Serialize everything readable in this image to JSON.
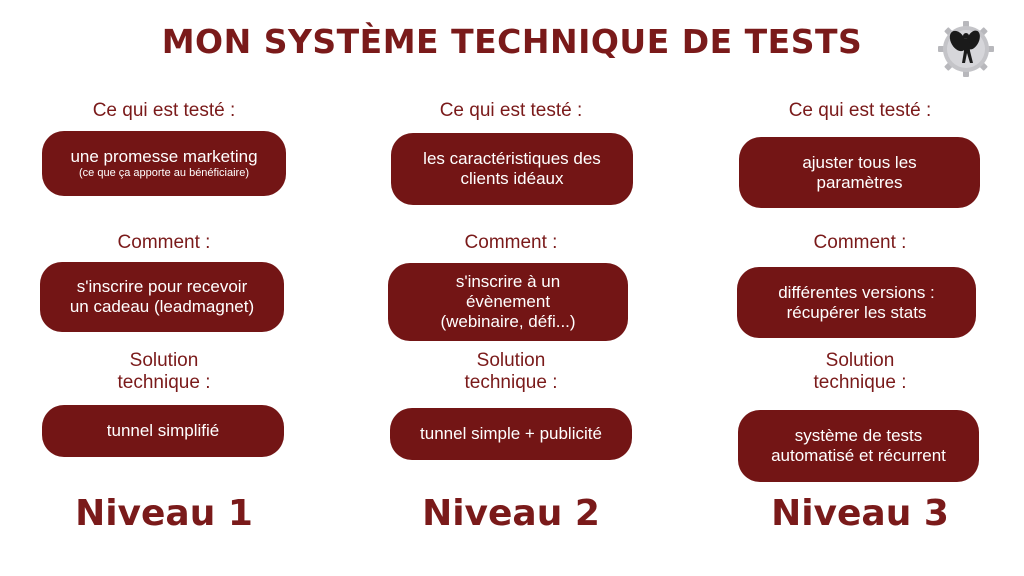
{
  "title": "MON SYSTÈME TECHNIQUE DE TESTS",
  "columns": [
    {
      "tested_label": "Ce qui est testé :",
      "tested_lines": [
        "une promesse marketing"
      ],
      "tested_note": "(ce que ça apporte au bénéficiaire)",
      "how_label": "Comment :",
      "how_lines": [
        "s'inscrire pour recevoir",
        "un cadeau (leadmagnet)"
      ],
      "solution_label_lines": [
        "Solution",
        "technique :"
      ],
      "solution_lines": [
        "tunnel simplifié"
      ],
      "level": "Niveau 1"
    },
    {
      "tested_label": "Ce qui est testé :",
      "tested_lines": [
        "les caractéristiques des",
        "clients idéaux"
      ],
      "tested_note": "",
      "how_label": "Comment :",
      "how_lines": [
        "s'inscrire à un",
        "évènement",
        "(webinaire, défi...)"
      ],
      "solution_label_lines": [
        "Solution",
        "technique :"
      ],
      "solution_lines": [
        "tunnel simple + publicité"
      ],
      "level": "Niveau 2"
    },
    {
      "tested_label": "Ce qui est testé :",
      "tested_lines": [
        "ajuster tous les",
        "paramètres"
      ],
      "tested_note": "",
      "how_label": "Comment :",
      "how_lines": [
        "différentes versions :",
        "récupérer les stats"
      ],
      "solution_label_lines": [
        "Solution",
        "technique :"
      ],
      "solution_lines": [
        "système de tests",
        "automatisé et récurrent"
      ],
      "level": "Niveau 3"
    }
  ],
  "colors": {
    "accent": "#7a1a1a",
    "pill_fill": "#731515",
    "pill_text": "#ffffff",
    "background": "#ffffff"
  },
  "logo_icon": "fairy-gear-icon"
}
